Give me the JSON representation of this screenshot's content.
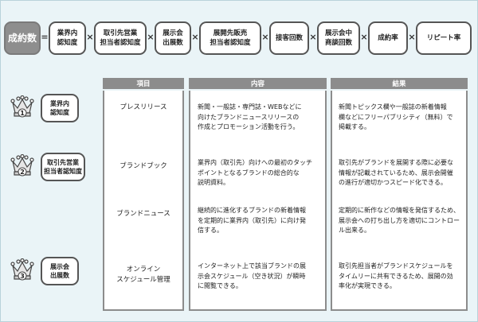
{
  "formula": {
    "result": "成約数",
    "equals": "=",
    "times": "×",
    "factors": [
      "業界内\n認知度",
      "取引先営業\n担当者認知度",
      "展示会\n出展数",
      "展開先販売\n担当者認知度",
      "接客回数",
      "展示会中\n商談回数",
      "成約率",
      "リピート率"
    ]
  },
  "table": {
    "headers": [
      "項目",
      "内容",
      "結果"
    ],
    "rows": [
      {
        "item": "プレスリリース",
        "content": "新聞・一般誌・専門誌・WEBなどに\n向けたブランドニュースリリースの\n作成とプロモーション活動を行う。",
        "result": "新聞トピックス欄や一般誌の新着情報\n欄などにフリーパブリシティ（無料）で\n掲載する。"
      },
      {
        "item": "ブランドブック",
        "content": "業界内（取引先）向けへの最初のタッチ\nポイントとなるブランドの総合的な\n説明資料。",
        "result": "取引先がブランドを展開する際に必要な\n情報が記載されているため、展示会開催\nの進行が適切かつスピード化できる。"
      },
      {
        "item": "ブランドニュース",
        "content": "継続的に進化するブランドの新着情報\nを定期的に業界内（取引先）に向け発\n信する。",
        "result": "定期的に新作などの情報を発信するため、\n展示会への打ち出し方を適切にコントロー\nル出来る。"
      },
      {
        "item": "オンライン\nスケジュール管理",
        "content": "インターネット上で該当ブランドの展\n示会スケジュール（空き状況）が瞬時\nに閲覧できる。",
        "result": "取引先担当者がブランドスケジュールを\nタイムリーに共有できるため、展開の効\n率化が実現できる。"
      }
    ]
  },
  "ranking": [
    {
      "rank": "1",
      "label": "業界内\n認知度"
    },
    {
      "rank": "2",
      "label": "取引先営業\n担当者認知度"
    },
    {
      "rank": "3",
      "label": "展示会\n出展数"
    }
  ]
}
